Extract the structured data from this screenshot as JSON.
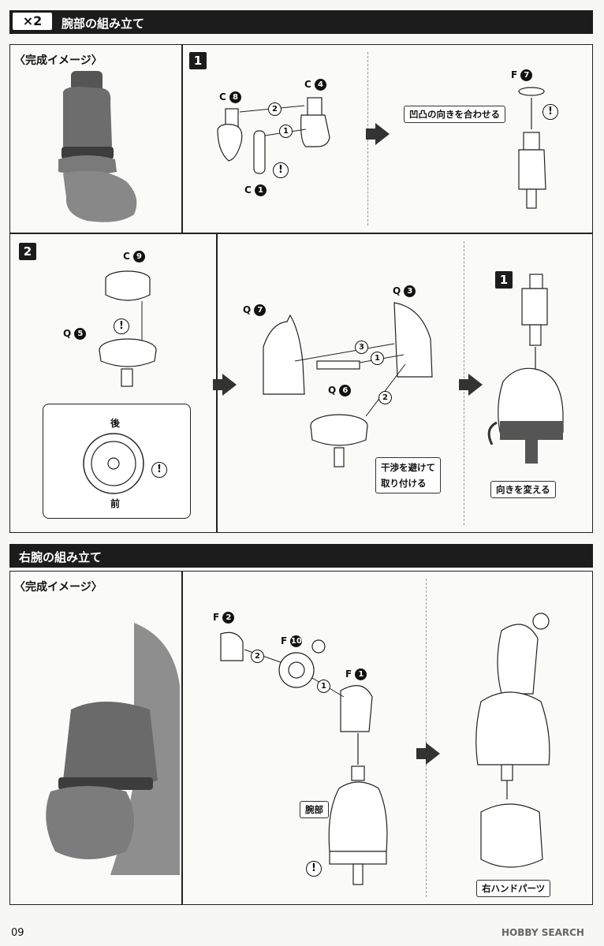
{
  "header": {
    "count_badge": "×2",
    "title": "腕部の組み立て"
  },
  "section1": {
    "completed_label": "〈完成イメージ〉",
    "step1": {
      "number": "1",
      "parts": [
        {
          "letter": "C",
          "num": "8"
        },
        {
          "letter": "C",
          "num": "4"
        },
        {
          "letter": "C",
          "num": "1"
        }
      ],
      "order": [
        "2",
        "1"
      ],
      "result_part": {
        "letter": "F",
        "num": "7"
      },
      "note": "凹凸の向きを合わせる"
    },
    "step2": {
      "number": "2",
      "parts": [
        {
          "letter": "C",
          "num": "9"
        },
        {
          "letter": "Q",
          "num": "5"
        },
        {
          "letter": "Q",
          "num": "7"
        },
        {
          "letter": "Q",
          "num": "3"
        },
        {
          "letter": "Q",
          "num": "6"
        }
      ],
      "detail_back": "後",
      "detail_front": "前",
      "order": [
        "3",
        "1",
        "2"
      ],
      "note_interference": "干渉を避けて\n取り付ける",
      "ref_step": "1",
      "note_direction": "向きを変える"
    }
  },
  "section2": {
    "title": "右腕の組み立て",
    "completed_label": "〈完成イメージ〉",
    "parts": [
      {
        "letter": "F",
        "num": "2"
      },
      {
        "letter": "F",
        "num": "10"
      },
      {
        "letter": "F",
        "num": "1"
      }
    ],
    "order": [
      "2",
      "1"
    ],
    "arm_label": "腕部",
    "hand_label": "右ハンドパーツ"
  },
  "footer": {
    "page_number": "09",
    "watermark": "HOBBY SEARCH"
  }
}
